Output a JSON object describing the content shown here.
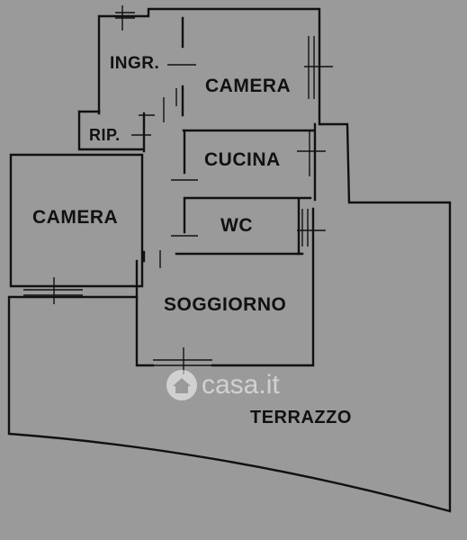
{
  "colors": {
    "background": "#9a9a9a",
    "wall": "#111111",
    "text": "#111111",
    "watermark": "#ffffff"
  },
  "rooms": {
    "ingresso": "INGR.",
    "camera_top": "CAMERA",
    "ripostiglio": "RIP.",
    "cucina": "CUCINA",
    "camera_left": "CAMERA",
    "wc": "WC",
    "soggiorno": "SOGGIORNO",
    "terrazzo": "TERRAZZO"
  },
  "watermark": {
    "logo": "house-logo-icon",
    "text": "casa.it"
  }
}
